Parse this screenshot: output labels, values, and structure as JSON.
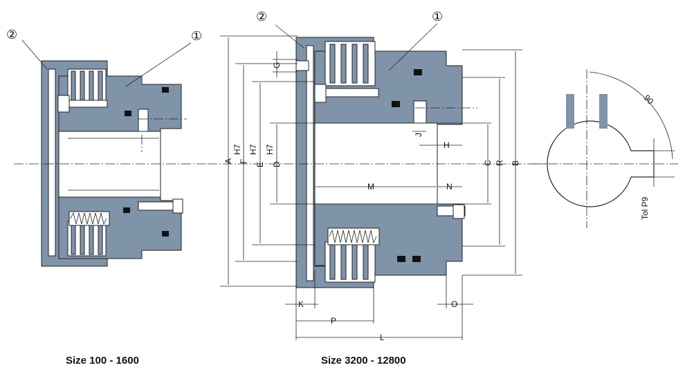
{
  "captions": {
    "left": "Size 100 - 1600",
    "right": "Size 3200 - 12800"
  },
  "part_numbers": {
    "one": "①",
    "two": "②"
  },
  "dimensions": {
    "A": "A",
    "F": "F",
    "E": "E",
    "D": "D",
    "fit": "H7",
    "G": "G",
    "J": "J",
    "H": "H",
    "M": "M",
    "N": "N",
    "C": "C",
    "R": "R",
    "B": "B",
    "K": "K",
    "P": "P",
    "L": "L",
    "O": "O"
  },
  "keyway": {
    "angle": "90",
    "tolerance": "Tol P9"
  },
  "colors": {
    "body": "#7f93a9",
    "seal": "#111111",
    "line": "#222222"
  }
}
